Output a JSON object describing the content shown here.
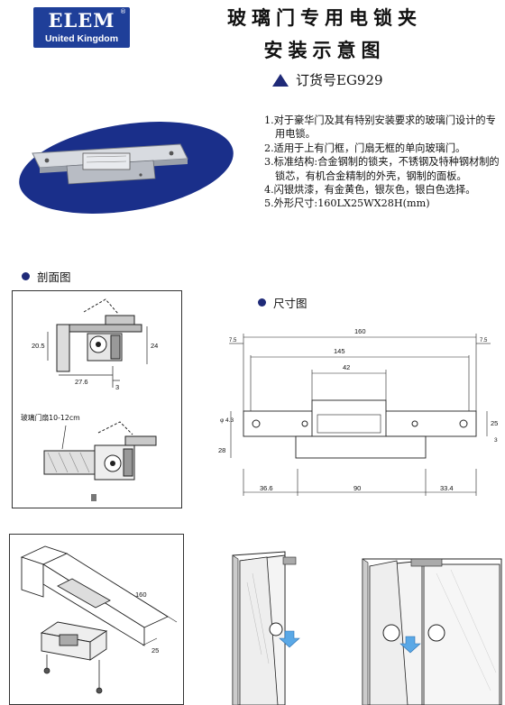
{
  "logo": {
    "brand": "ELEM",
    "registered": "®",
    "subtitle": "United Kingdom"
  },
  "title": {
    "line1": "玻璃门专用电锁夹",
    "line2": "安装示意图"
  },
  "order_number": "订货号EG929",
  "specs": [
    "1.对于豪华门及其有特别安装要求的玻璃门设计的专用电锁。",
    "2.适用于上有门框，门扇无框的单向玻璃门。",
    "3.标准结构:合金钢制的锁夹，不锈钢及特种钢材制的锁芯，有机合金精制的外壳，钢制的面板。",
    "4.闪银烘漆，有金黄色，银灰色，银白色选择。",
    "5.外形尺寸:160LX25WX28H(mm)"
  ],
  "section_profile": {
    "label": "剖面图"
  },
  "section_dimension": {
    "label": "尺寸图"
  },
  "profile_dims": {
    "d1": "20.5",
    "d2": "24",
    "d3": "27.6",
    "d4": "3",
    "glass_label": "玻璃门扇10-12cm"
  },
  "dimension_dims": {
    "total": "160",
    "inner": "145",
    "center": "42",
    "left_edge": "7.5",
    "right_edge": "7.5",
    "hole": "φ 4.3",
    "width": "25",
    "height": "28",
    "offset": "3",
    "bottom_left": "36.6",
    "bottom_mid": "90",
    "bottom_right": "33.4"
  },
  "install_dims": {
    "length": "160",
    "width": "25"
  },
  "colors": {
    "brand_blue": "#1f3f99",
    "dark_navy": "#1f2a78",
    "ellipse": "#1a2f8a"
  }
}
